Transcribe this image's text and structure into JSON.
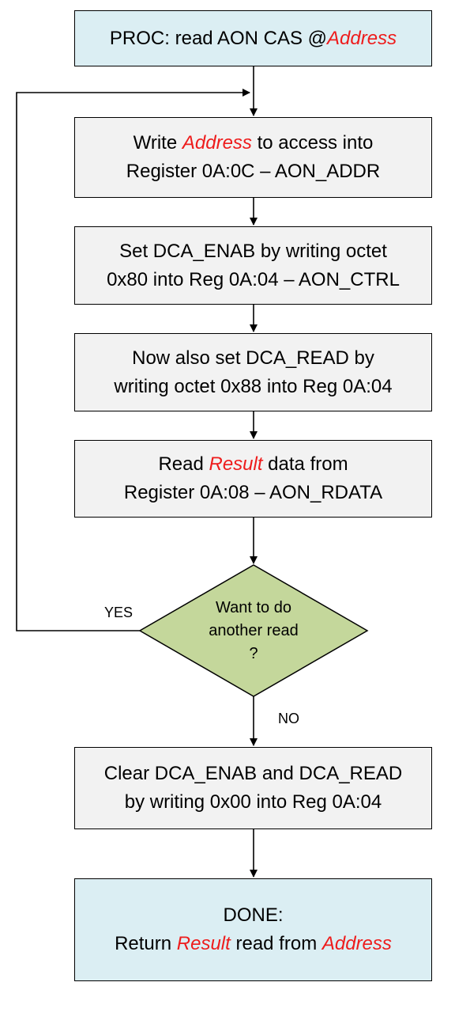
{
  "nodes": {
    "start": {
      "text": "PROC: read AON CAS @",
      "highlight": "Address"
    },
    "write_address": {
      "line1_pre": "Write ",
      "line1_highlight": "Address",
      "line1_post": " to access into",
      "line2": "Register 0A:0C – AON_ADDR"
    },
    "set_enab": {
      "line1": "Set DCA_ENAB by writing octet",
      "line2": "0x80 into Reg 0A:04 – AON_CTRL"
    },
    "set_read": {
      "line1": "Now also set DCA_READ by",
      "line2": "writing octet 0x88 into Reg 0A:04"
    },
    "read_result": {
      "line1_pre": "Read ",
      "line1_highlight": "Result",
      "line1_post": " data from",
      "line2": "Register 0A:08 – AON_RDATA"
    },
    "decision": {
      "line1": "Want to do",
      "line2": "another read",
      "line3": "?"
    },
    "clear": {
      "line1": "Clear DCA_ENAB and DCA_READ",
      "line2": "by writing 0x00 into Reg 0A:04"
    },
    "done": {
      "line1": "DONE:",
      "line2_pre": "Return ",
      "line2_highlight1": "Result",
      "line2_mid": " read from ",
      "line2_highlight2": "Address"
    }
  },
  "edges": {
    "yes_label": "YES",
    "no_label": "NO"
  },
  "colors": {
    "proc_fill": "#dbeef3",
    "step_fill": "#f2f2f2",
    "decision_fill": "#c4d79b",
    "highlight": "#ee1c1c",
    "stroke": "#000000"
  }
}
